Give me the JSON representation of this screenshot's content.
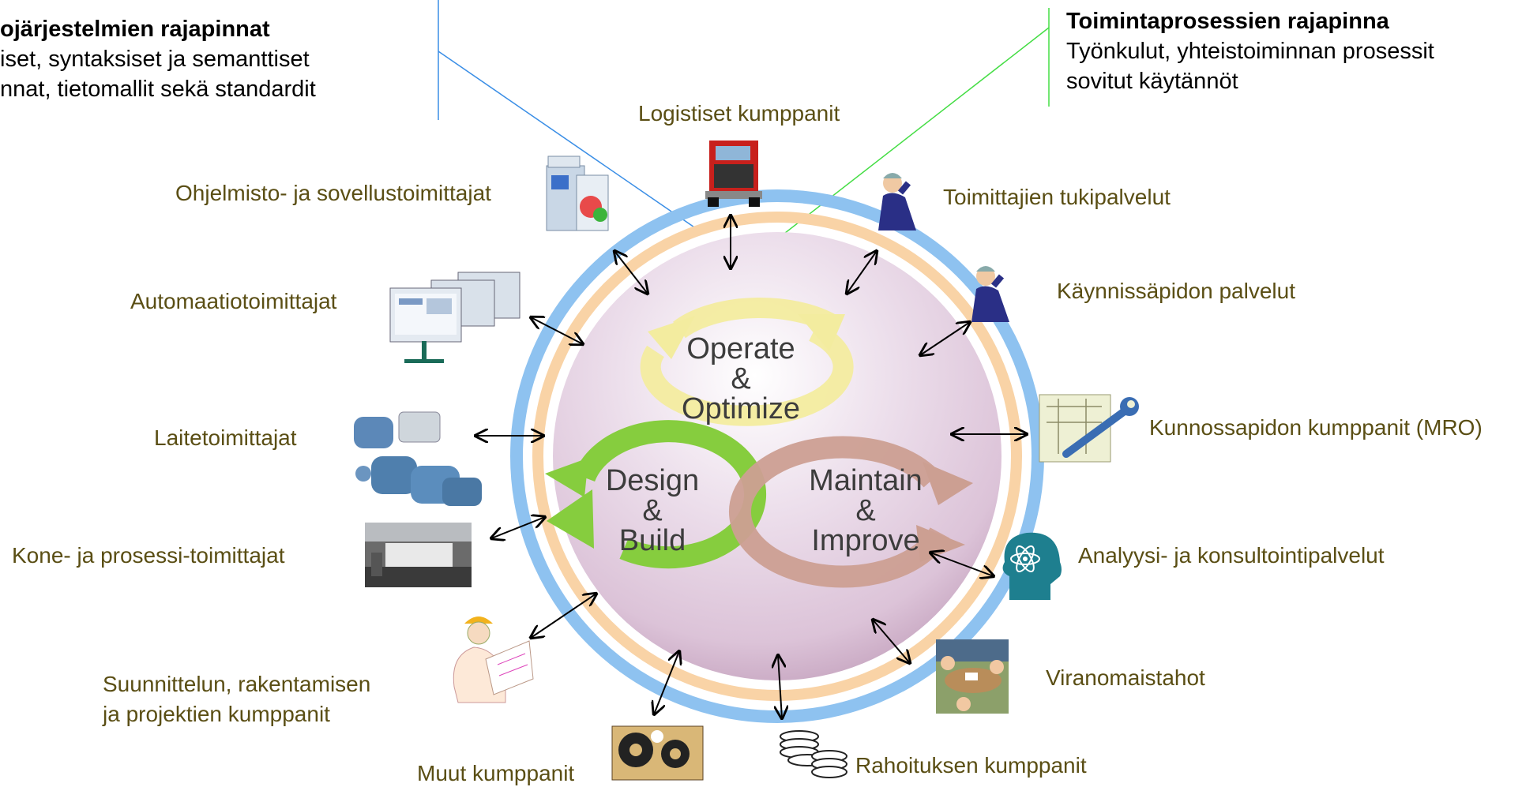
{
  "headers": {
    "left": {
      "title": "ojärjestelmien rajapinnat",
      "line1": "iset, syntaksiset ja semanttiset",
      "line2": "nnat, tietomallit sekä standardit"
    },
    "right": {
      "title": "Toimintaprosessien rajapinna",
      "line1": "Työnkulut, yhteistoiminnan prosessit",
      "line2": "sovitut käytännöt"
    }
  },
  "cycle": {
    "operate": [
      "Operate",
      "&",
      "Optimize"
    ],
    "design": [
      "Design",
      "&",
      "Build"
    ],
    "maintain": [
      "Maintain",
      "&",
      "Improve"
    ]
  },
  "partners": {
    "logistics": "Logistiset kumppanit",
    "software": "Ohjelmisto- ja sovellustoimittajat",
    "supplier_support": "Toimittajien tukipalvelut",
    "automation": "Automaatiotoimittajat",
    "operations_services": "Käynnissäpidon palvelut",
    "devices": "Laitetoimittajat",
    "mro": "Kunnossapidon kumppanit (MRO)",
    "machine": "Kone- ja prosessi-toimittajat",
    "analysis": "Analyysi- ja konsultointipalvelut",
    "design_line1": "Suunnittelun, rakentamisen",
    "design_line2": "ja projektien kumppanit",
    "authorities": "Viranomaistahot",
    "other": "Muut kumppanit",
    "finance": "Rahoituksen kumppanit"
  },
  "colors": {
    "outer_ring": "#8ec2f0",
    "inner_ring": "#f9d3a6",
    "sphere": "#e6d6e6",
    "operate_arrow": "#f3ec9f",
    "design_arrow": "#86cd3e",
    "maintain_arrow": "#cc9f92",
    "partner_text": "#5a4e14",
    "blue_line": "#3a8ee6",
    "green_line": "#44dd44"
  }
}
